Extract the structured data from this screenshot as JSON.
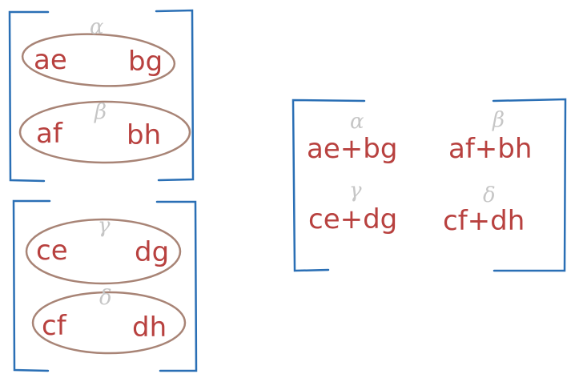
{
  "colors": {
    "bracket": "#2a6fb5",
    "term": "#b8413f",
    "ellipse": "#a88476",
    "greek": "#c6c6c6"
  },
  "left_top": {
    "rows": [
      {
        "greek": "α",
        "left": "ae",
        "right": "bg"
      },
      {
        "greek": "β",
        "left": "af",
        "right": "bh"
      }
    ]
  },
  "left_bottom": {
    "rows": [
      {
        "greek": "γ",
        "left": "ce",
        "right": "dg"
      },
      {
        "greek": "δ",
        "left": "cf",
        "right": "dh"
      }
    ]
  },
  "result": {
    "cells": [
      {
        "greek": "α",
        "expr": "ae+bg"
      },
      {
        "greek": "β",
        "expr": "af+bh"
      },
      {
        "greek": "γ",
        "expr": "ce+dg"
      },
      {
        "greek": "δ",
        "expr": "cf+dh"
      }
    ]
  }
}
